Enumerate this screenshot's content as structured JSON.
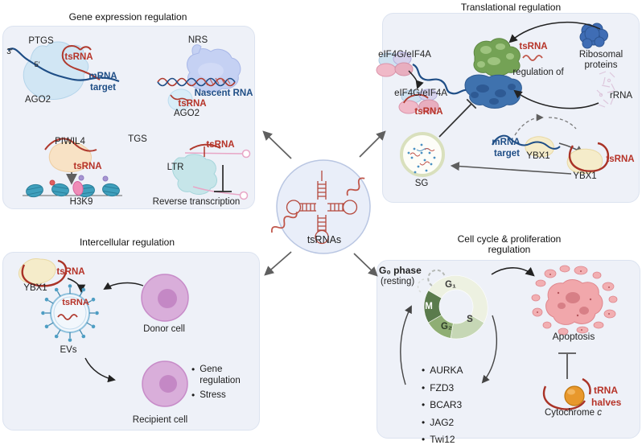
{
  "figure": {
    "center_label": "tsRNAs"
  },
  "gene_expression": {
    "title": "Gene expression regulation",
    "ptgs_label": "PTGS",
    "three_prime": "3′",
    "five_prime": "5′",
    "tsrna_ptgs": "tsRNA",
    "mrna_line1": "mRNA",
    "mrna_line2": "target",
    "ago2_ptgs": "AGO2",
    "nrs_label": "NRS",
    "nascent_rna": "Nascent RNA",
    "tsrna_nrs": "tsRNA",
    "ago2_nrs": "AGO2",
    "piwil4": "PIWIL4",
    "tgs_label": "TGS",
    "tsrna_tgs": "tsRNA",
    "h3k9": "H3K9",
    "tsrna_ltr": "tsRNA",
    "ltr_label": "LTR",
    "reverse_transcription": "Reverse transcription"
  },
  "translational": {
    "title": "Translational regulation",
    "eif_complex_top": "eIF4G/eIF4A",
    "tsrna_top": "tsRNA",
    "regulation_of": "regulation of",
    "ribosomal_line1": "Ribosomal",
    "ribosomal_line2": "proteins",
    "rrna": "rRNA",
    "eif_complex_bottom": "eIF4G/eIF4A",
    "tsrna_eif": "tsRNA",
    "sg": "SG",
    "mrna_line1": "mRNA",
    "mrna_line2": "target",
    "ybx1_left": "YBX1",
    "tsrna_ybx1": "tsRNA",
    "ybx1_right": "YBX1"
  },
  "intercellular": {
    "title": "Intercellular regulation",
    "tsrna_ybx1": "tsRNA",
    "ybx1": "YBX1",
    "tsrna_ev": "tsRNA",
    "donor_cell": "Donor cell",
    "evs": "EVs",
    "recipient_cell": "Recipient cell",
    "effects": [
      "Gene regulation",
      "Stress"
    ]
  },
  "cell_cycle": {
    "title_line1": "Cell cycle & proliferation",
    "title_line2": "regulation",
    "g0_phase": "G₀ phase",
    "resting": "(resting)",
    "phases": {
      "g1": "G₁",
      "s": "S",
      "g2": "G₂",
      "m": "M"
    },
    "apoptosis": "Apoptosis",
    "genes": [
      "AURKA",
      "FZD3",
      "BCAR3",
      "JAG2",
      "Twi12"
    ],
    "trna_line1": "tRNA",
    "trna_line2": "halves",
    "cytochrome": "Cytochrome",
    "cytochrome_c": "c"
  },
  "colors": {
    "tsrna_red": "#b63328",
    "mrna_navy": "#1f4e86",
    "panel_bg": "#eef1f8",
    "cycle_g1": "#edf1e1",
    "cycle_s": "#c6d7b5",
    "cycle_g2": "#8fae74",
    "cycle_m": "#5a7b4c"
  }
}
